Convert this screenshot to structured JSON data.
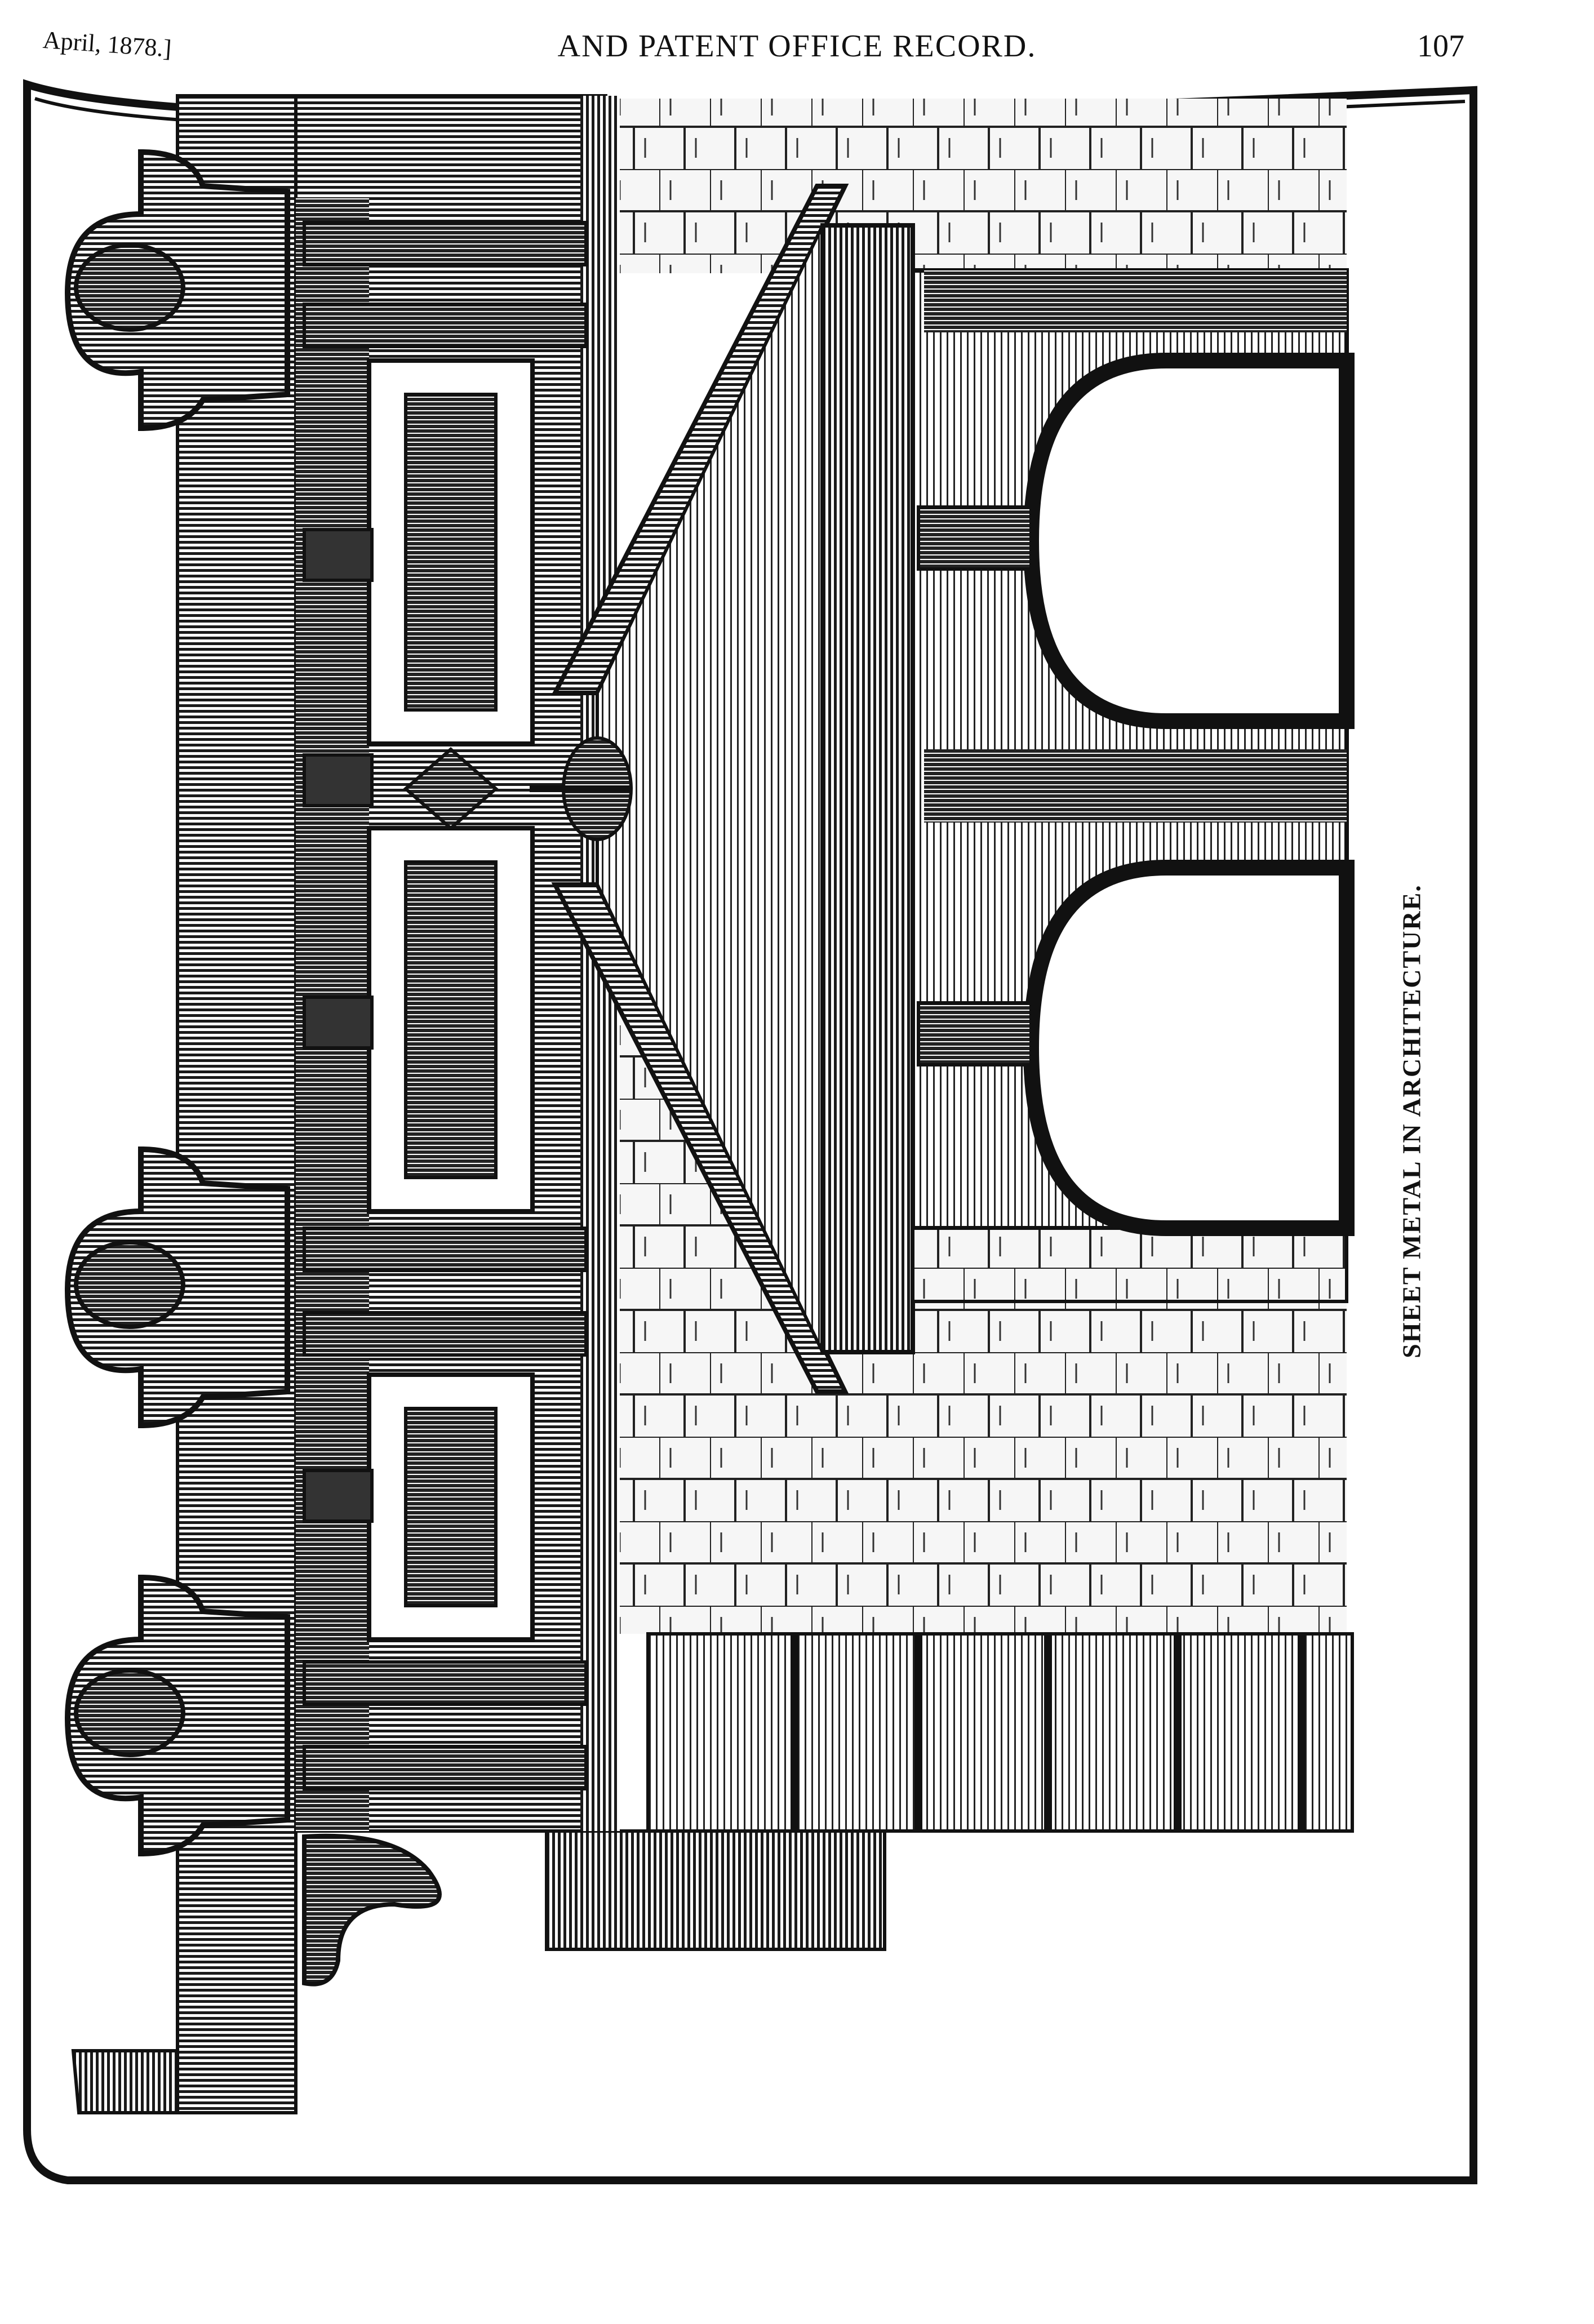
{
  "header": {
    "date": "April, 1878.]",
    "title": "AND PATENT OFFICE RECORD.",
    "page_number": "107"
  },
  "figure": {
    "caption": "SHEET METAL IN ARCHITECTURE."
  }
}
